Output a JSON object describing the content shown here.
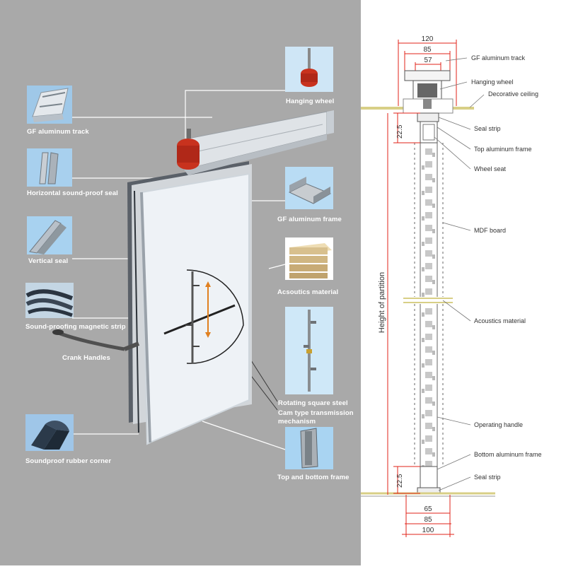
{
  "left": {
    "labels": {
      "gf_aluminum_track": "GF aluminum track",
      "horizontal_seal": "Horizontal sound-proof seal",
      "vertical_seal": "Vertical seal",
      "magnetic_strip": "Sound-proofing magnetic strip",
      "crank_handles": "Crank Handles",
      "rubber_corner": "Soundproof rubber corner",
      "hanging_wheel": "Hanging wheel",
      "gf_aluminum_frame": "GF aluminum frame",
      "acoustics_material": "Acsoutics material",
      "rotating_square_steel": "Rotating square steel",
      "cam_mechanism_line1": "Cam type transmission",
      "cam_mechanism_line2": "mechanism",
      "top_bottom_frame": "Top and bottom frame"
    }
  },
  "right": {
    "dimensions": {
      "top_120": "120",
      "top_85": "85",
      "top_57": "57",
      "side_top": "22.5",
      "side_bottom": "22.5",
      "bottom_65": "65",
      "bottom_85": "85",
      "bottom_100": "100",
      "height_label": "Height of partition"
    },
    "labels": {
      "gf_aluminum_track": "GF aluminum track",
      "hanging_wheel": "Hanging wheel",
      "decorative_ceiling": "Decorative ceiling",
      "seal_strip_top": "Seal strip",
      "top_aluminum_frame": "Top aluminum frame",
      "wheel_seat": "Wheel seat",
      "mdf_board": "MDF board",
      "acoustics_material": "Acoustics material",
      "operating_handle": "Operating handle",
      "bottom_aluminum_frame": "Bottom aluminum frame",
      "seal_strip_bottom": "Seal strip"
    }
  },
  "colors": {
    "left_bg": "#a9a9a9",
    "dimension_red": "#e2231a",
    "wheel_red": "#c8321e",
    "line_gray": "#777777",
    "ground_yellow": "#d8cf86"
  }
}
